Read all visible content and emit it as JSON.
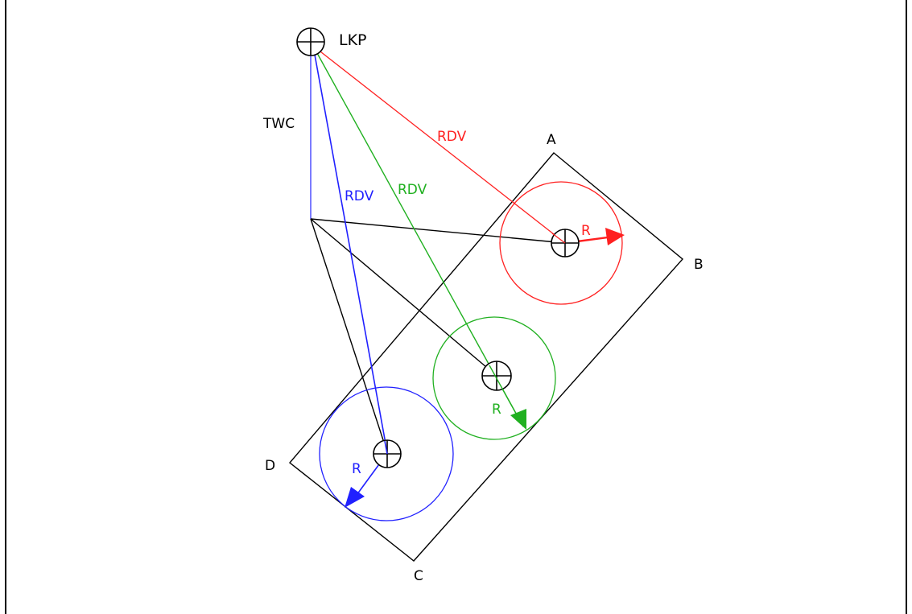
{
  "diagram": {
    "labels": {
      "lkp": "LKP",
      "twc": "TWC",
      "corner_a": "A",
      "corner_b": "B",
      "corner_c": "C",
      "corner_d": "D",
      "rdv_red": "RDV",
      "rdv_green": "RDV",
      "rdv_blue": "RDV",
      "r_red": "R",
      "r_green": "R",
      "r_blue": "R"
    },
    "colors": {
      "red": "#ff2020",
      "green": "#20b020",
      "blue": "#2020ff",
      "black": "#000000"
    }
  }
}
